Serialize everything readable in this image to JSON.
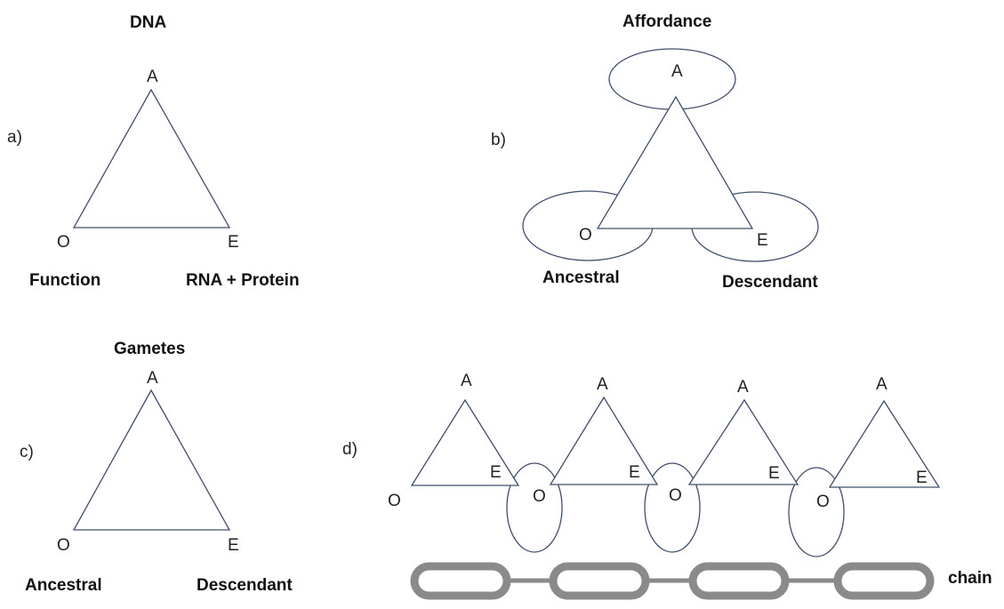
{
  "panels": {
    "a": {
      "panel_label": "a)",
      "title": "DNA",
      "vertex_a": "A",
      "vertex_o": "O",
      "vertex_e": "E",
      "label_left": "Function",
      "label_right": "RNA + Protein"
    },
    "b": {
      "panel_label": "b)",
      "title": "Affordance",
      "vertex_a": "A",
      "vertex_o": "O",
      "vertex_e": "E",
      "label_left": "Ancestral",
      "label_right": "Descendant"
    },
    "c": {
      "panel_label": "c)",
      "title": "Gametes",
      "vertex_a": "A",
      "vertex_o": "O",
      "vertex_e": "E",
      "label_left": "Ancestral",
      "label_right": "Descendant"
    },
    "d": {
      "panel_label": "d)",
      "triangles": [
        {
          "a": "A",
          "o": "O",
          "e": "E"
        },
        {
          "a": "A",
          "o": "O",
          "e": "E"
        },
        {
          "a": "A",
          "o": "O",
          "e": "E"
        },
        {
          "a": "A",
          "o": "O",
          "e": "E"
        }
      ],
      "chain_label": "chain"
    }
  }
}
